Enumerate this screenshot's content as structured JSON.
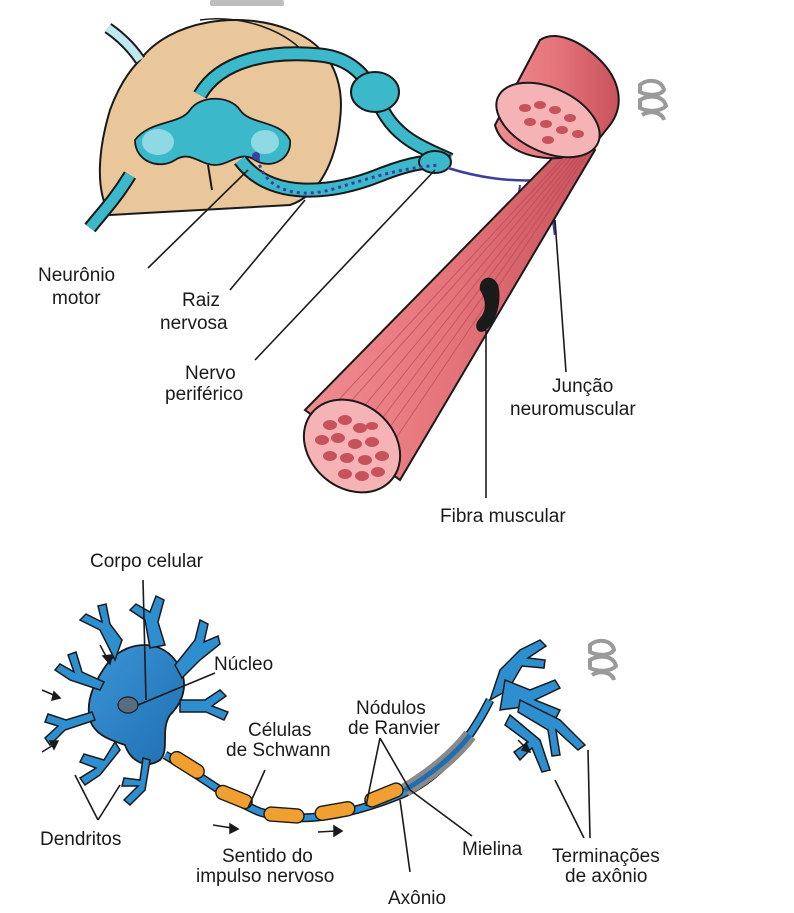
{
  "upper_diagram": {
    "labels": {
      "motor_neuron": [
        "Neurônio",
        "motor"
      ],
      "nerve_root": [
        "Raiz",
        "nervosa"
      ],
      "peripheral_nerve": [
        "Nervo",
        "periférico"
      ],
      "neuromuscular_junction": [
        "Junção",
        "neuromuscular"
      ],
      "muscle_fiber": "Fibra muscular"
    }
  },
  "lower_diagram": {
    "labels": {
      "cell_body": "Corpo celular",
      "nucleus": "Núcleo",
      "nodes_of_ranvier": [
        "Nódulos",
        "de Ranvier"
      ],
      "schwann_cells": [
        "Células",
        "de Schwann"
      ],
      "dendrites": "Dendritos",
      "impulse_direction": [
        "Sentido do",
        "impulso nervoso"
      ],
      "axon": "Axônio",
      "myelin": "Mielina",
      "axon_terminals": [
        "Terminações",
        "de axônio"
      ]
    }
  },
  "colors": {
    "neuron": "#3bb8c9",
    "neuron_dark": "#1e7f8f",
    "spinal_cord": "#e9c79a",
    "muscle": "#e5747a",
    "muscle_dark": "#b84a55",
    "nerve": "#3b3f9e",
    "schwann": "#f0a030",
    "axon_blue": "#2e8fd0"
  },
  "icons": [
    "watermark-logo-icon",
    "watermark-logo-icon"
  ]
}
